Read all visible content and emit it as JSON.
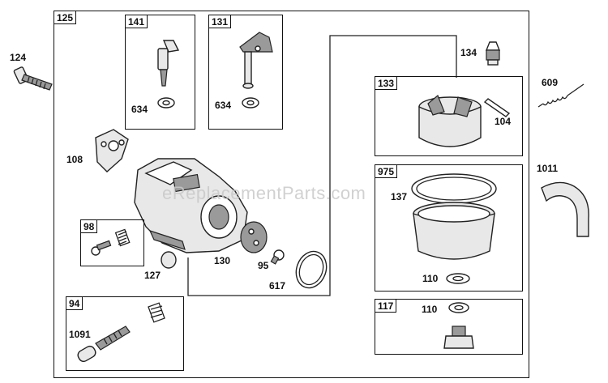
{
  "watermark": "eReplacementParts.com",
  "groups": {
    "g125": "125",
    "g141": "141",
    "g131": "131",
    "g133": "133",
    "g975": "975",
    "g98": "98",
    "g94": "94",
    "g117": "117"
  },
  "labels": {
    "p124": "124",
    "p634a": "634",
    "p634b": "634",
    "p134": "134",
    "p609": "609",
    "p104": "104",
    "p108": "108",
    "p1011": "1011",
    "p137": "137",
    "p127": "127",
    "p130": "130",
    "p95": "95",
    "p617": "617",
    "p110a": "110",
    "p1091": "1091",
    "p110b": "110"
  }
}
